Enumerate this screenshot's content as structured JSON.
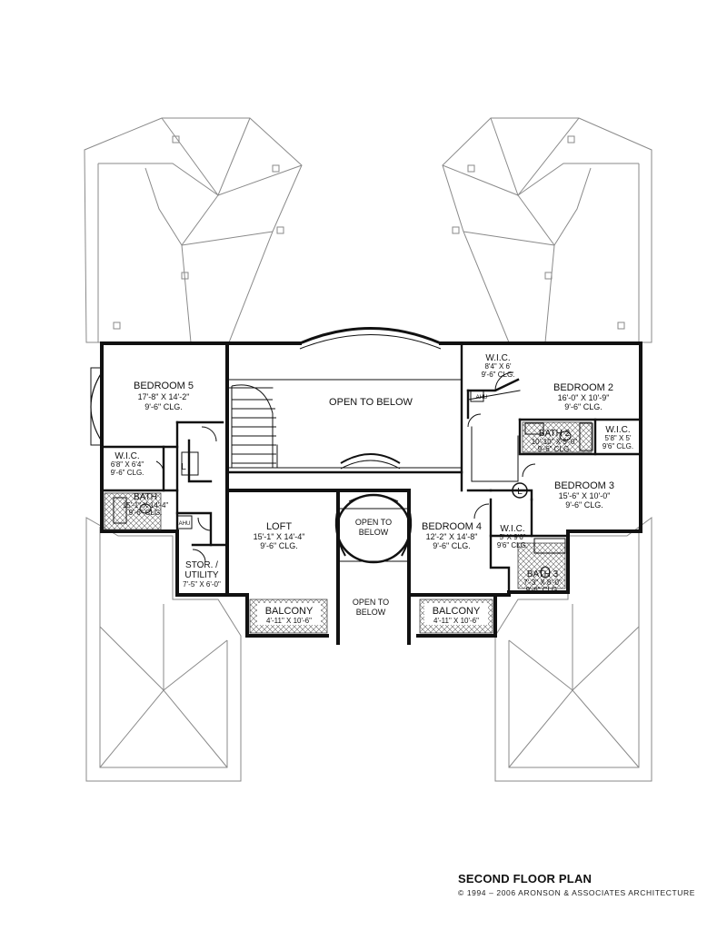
{
  "plan_title": "SECOND FLOOR PLAN",
  "copyright": "© 1994 – 2006 ARONSON & ASSOCIATES ARCHITECTURE",
  "colors": {
    "wall": "#111111",
    "roof_line": "#8a8a8a",
    "hatch": "#555555"
  },
  "rooms": {
    "bedroom5": {
      "name": "BEDROOM 5",
      "size": "17'-8\" X 14'-2\"",
      "clg": "9'-6\" CLG."
    },
    "open_main": {
      "name": "OPEN TO BELOW"
    },
    "wic_bed2": {
      "name": "W.I.C.",
      "size": "8'4\" X 6'",
      "clg": "9'-6\" CLG."
    },
    "bedroom2": {
      "name": "BEDROOM 2",
      "size": "16'-0\" X 10'-9\"",
      "clg": "9'-6\" CLG."
    },
    "bath2": {
      "name": "BATH 2",
      "size": "10'-10\" X 5'-0\"",
      "clg": "9'-6\" CLG."
    },
    "wic_bed3": {
      "name": "W.I.C.",
      "size": "5'8\" X 5'",
      "clg": "9'6\" CLG."
    },
    "bedroom3": {
      "name": "BEDROOM 3",
      "size": "15'-6\" X 10'-0\"",
      "clg": "9'-6\" CLG."
    },
    "wic_bed5": {
      "name": "W.I.C.",
      "size": "6'8\" X 6'4\"",
      "clg": "9'-6\" CLG."
    },
    "bath5": {
      "name": "BATH",
      "size": "15'-1\" X 14'-4\"",
      "clg": "9'-6\" CLG."
    },
    "loft": {
      "name": "LOFT",
      "size": "15'-1\" X 14'-4\"",
      "clg": "9'-6\" CLG."
    },
    "open_round": {
      "line1": "OPEN TO",
      "line2": "BELOW"
    },
    "bedroom4": {
      "name": "BEDROOM 4",
      "size": "12'-2\" X 14'-8\"",
      "clg": "9'-6\" CLG."
    },
    "wic_bed4": {
      "name": "W.I.C.",
      "size": "5' X 9'6\"",
      "clg": "9'6\" CLG."
    },
    "stor": {
      "name1": "STOR. /",
      "name2": "UTILITY",
      "size": "7'-5\" X 6'-0\""
    },
    "bath3": {
      "name": "BATH 3",
      "size": "7'-3\" X 8'-0\"",
      "clg": "9'-6\" CLG."
    },
    "balcony_left": {
      "name": "BALCONY",
      "size": "4'-11\" X 10'-6\""
    },
    "open_entry": {
      "line1": "OPEN TO",
      "line2": "BELOW"
    },
    "balcony_right": {
      "name": "BALCONY",
      "size": "4'-11\" X 10'-6\""
    }
  },
  "labels": {
    "linen": "L",
    "ahu": "AHU"
  }
}
